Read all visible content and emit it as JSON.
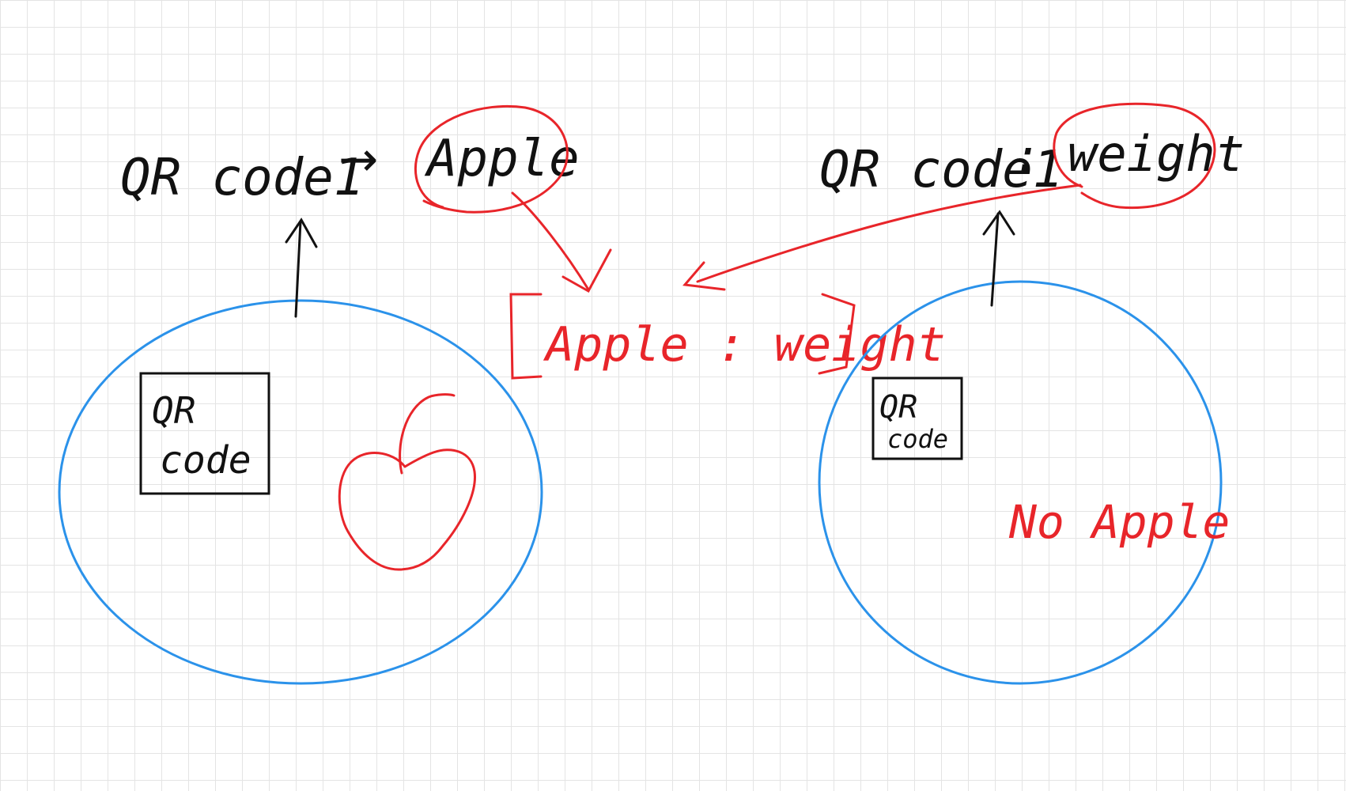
{
  "colors": {
    "ink": "#111111",
    "red": "#e8252a",
    "blue": "#2b92ea",
    "grid": "#e4e4e4"
  },
  "left": {
    "label_code": "QR code1",
    "arrow": "→",
    "label_item": "Apple",
    "qr_box_line1": "QR",
    "qr_box_line2": "code",
    "apple_icon": "apple-sketch-icon"
  },
  "right": {
    "label_code": "QR code1",
    "separator": ":",
    "label_item": "weight",
    "qr_box_line1": "QR",
    "qr_box_line2": "code",
    "note": "No Apple"
  },
  "center": {
    "pair": "Apple : weight"
  }
}
